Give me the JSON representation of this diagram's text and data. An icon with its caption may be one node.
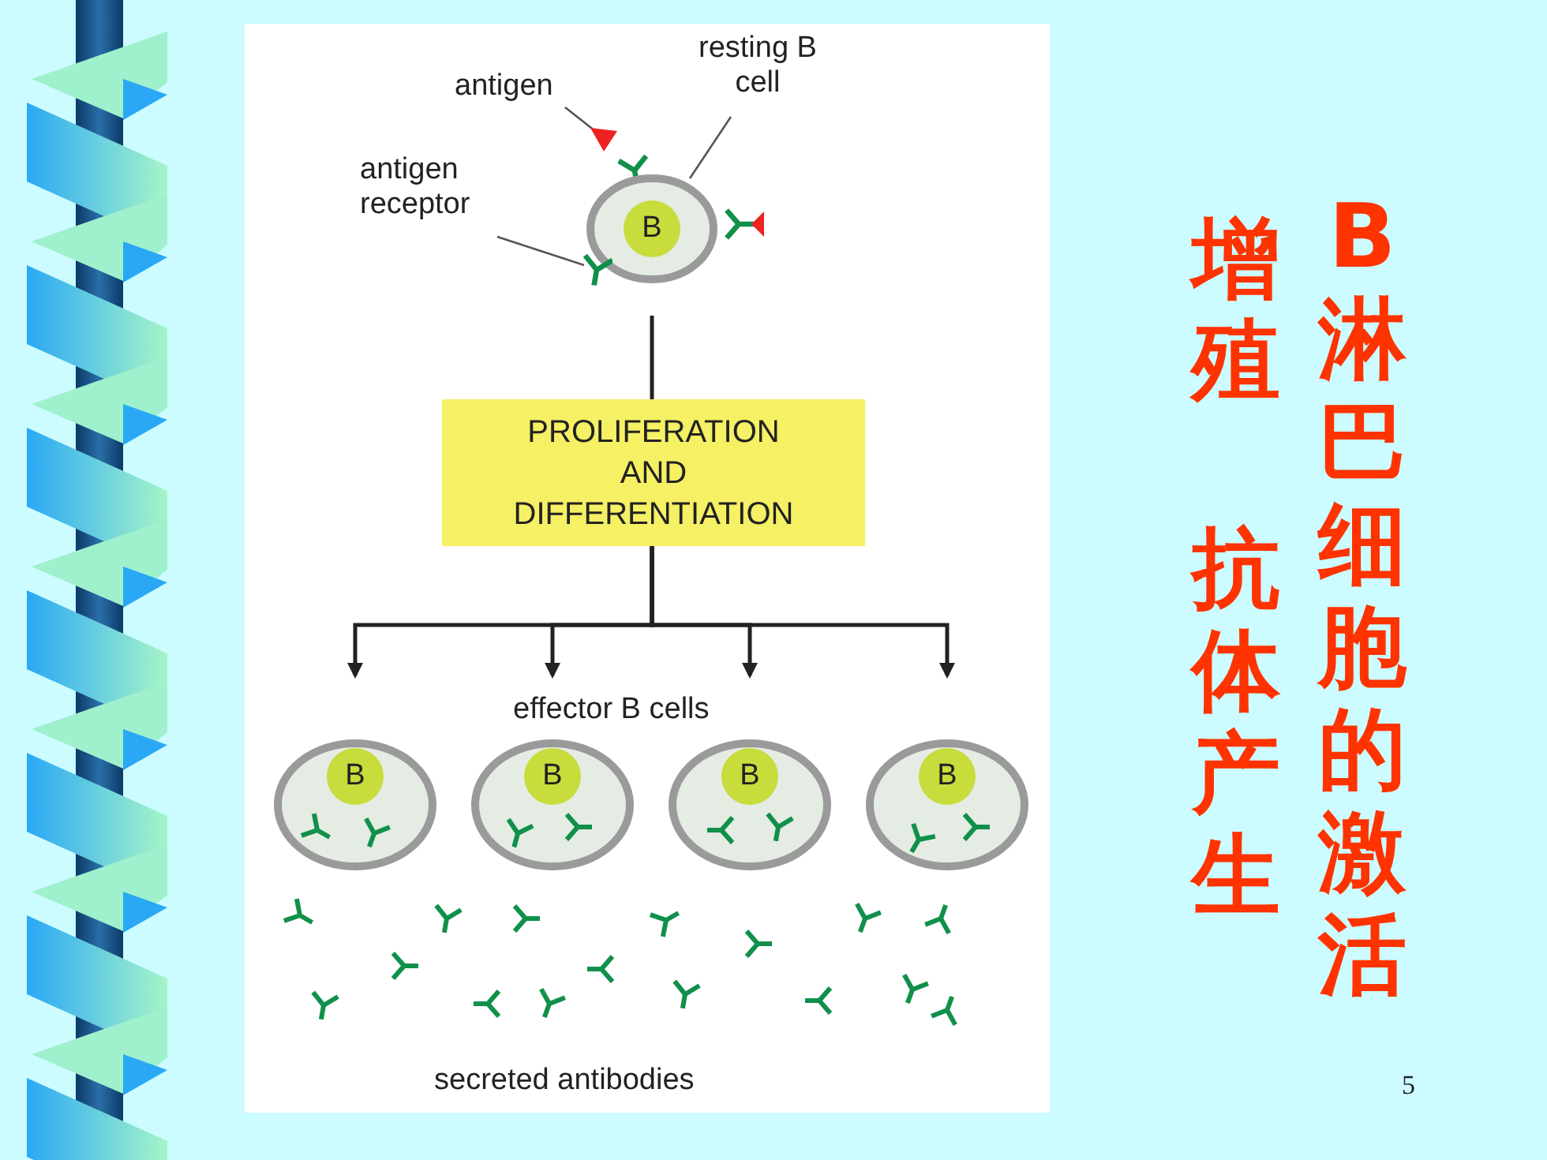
{
  "diagram": {
    "title": "B淋巴细胞的激活",
    "nodes": [
      {
        "text": [
          "antigen"
        ]
      },
      {
        "text": [
          "resting B cell"
        ]
      },
      {
        "text": [
          "antigen receptor"
        ]
      },
      {
        "text": [
          "B"
        ]
      },
      {
        "text": [
          "PROLIFERATION AND DIFFERENTIATION"
        ]
      },
      {
        "text": [
          "B"
        ]
      },
      {
        "text": [
          "B"
        ]
      },
      {
        "text": [
          "B"
        ]
      },
      {
        "text": [
          "B"
        ]
      },
      {
        "text": [],
        "shape": "triangle"
      },
      {
        "text": [],
        "shape": "picture"
      }
    ],
    "edges": [
      {
        "from": 0,
        "to": 9,
        "arrow": "none"
      },
      {
        "from": 1,
        "to": 3,
        "arrow": "none"
      },
      {
        "from": 2,
        "to": 10,
        "arrow": "none"
      },
      {
        "from": 3,
        "to": 4,
        "arrow": "none"
      },
      {
        "from": 4,
        "to": 5,
        "arrow": "to"
      },
      {
        "from": 4,
        "to": 6,
        "arrow": "to"
      },
      {
        "from": 4,
        "to": 7,
        "arrow": "to"
      },
      {
        "from": 4,
        "to": 8,
        "arrow": "to"
      }
    ],
    "labels": [
      "增殖",
      "抗体产生",
      "effector B cells",
      "secreted antibodies",
      "5"
    ]
  }
}
